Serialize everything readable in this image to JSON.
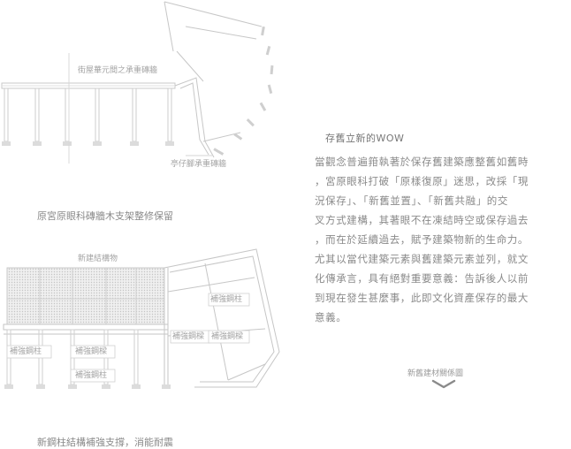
{
  "diagram_top": {
    "label_beam": "街屋華元間之承重磚牆",
    "label_wall": "亭仔腳承重磚牆",
    "caption": "原宮原眼科磚牆木支架整修保留"
  },
  "diagram_bottom": {
    "label_new_structure": "新建結構物",
    "label_column_right": "補強鋼柱",
    "label_beam_mid": "補強鋼樑",
    "label_beam_right": "補強鋼樑",
    "label_column_left": "補強鋼柱",
    "label_beam_left": "補強鋼樑",
    "label_column_bottom": "補強鋼柱",
    "caption": "新鋼柱結構補強支撐，消能耐震"
  },
  "article": {
    "title": "存舊立新的WOW",
    "lines": [
      "當觀念普遍箝執著於保存舊建築應整舊如舊時",
      "，宮原眼科打破「原樣復原」迷思，改採「現",
      "況保存」、「新舊並置」、「新舊共融」的交",
      "叉方式建構，其著眼不在凍結時空或保存過去",
      "，而在於延續過去，賦予建築物新的生命力。",
      "尤其以當代建築元素與舊建築元素並列，就文",
      "化傳承言，具有絕對重要意義：告訴後人以前",
      "到現在發生甚麼事，此即文化資產保存的最大",
      "意義。"
    ]
  },
  "next": {
    "label": "新舊建材關係圖",
    "icon": "chevron-down-icon"
  }
}
